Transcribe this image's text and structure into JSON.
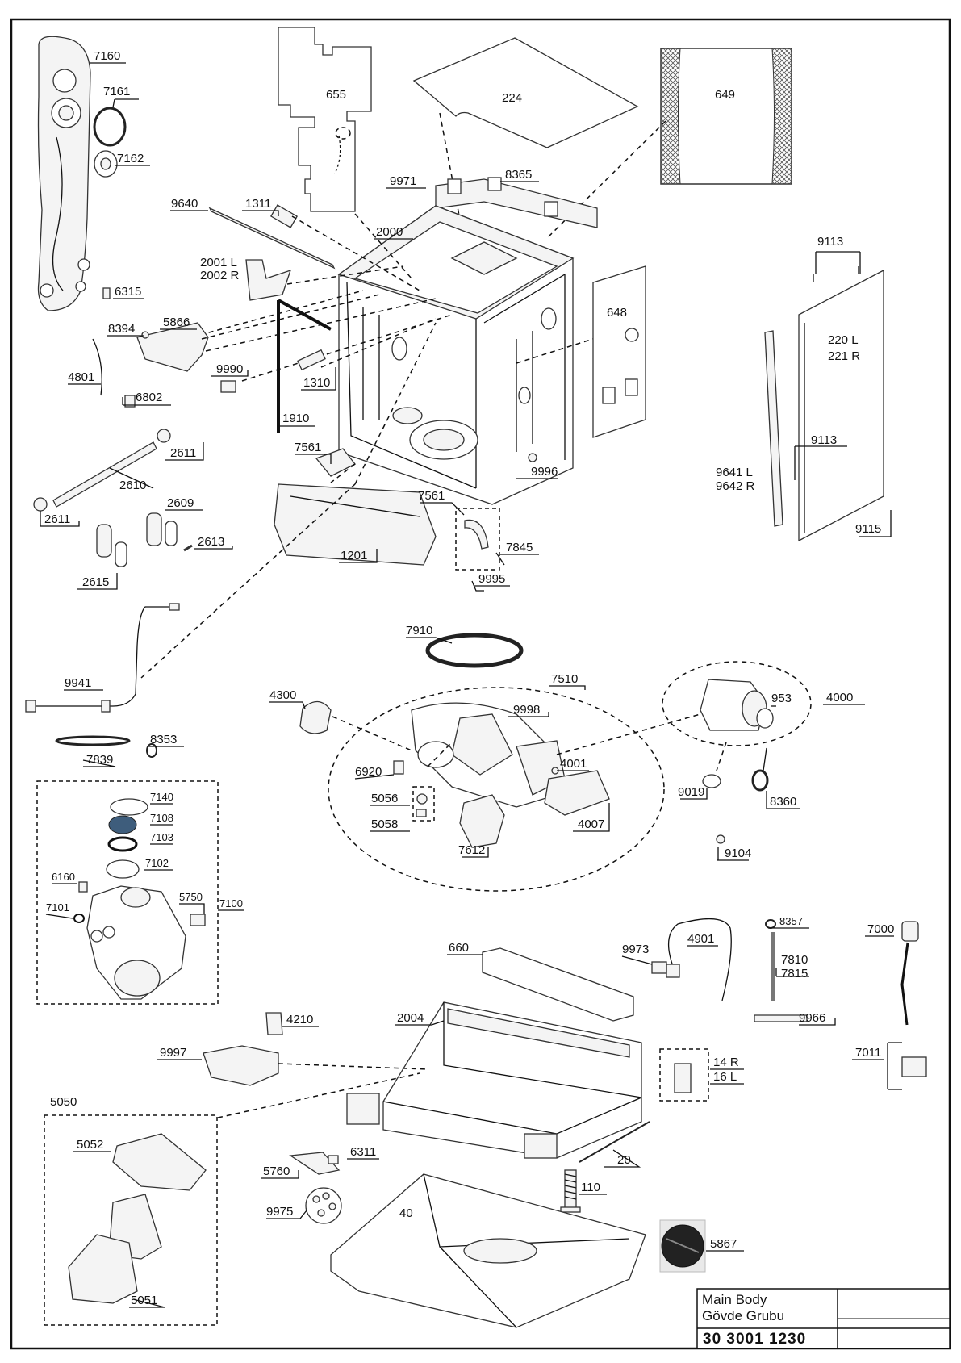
{
  "labels": {
    "p7160": "7160",
    "p7161": "7161",
    "p7162": "7162",
    "p6315": "6315",
    "p655": "655",
    "p224": "224",
    "p649": "649",
    "p9971": "9971",
    "p8365": "8365",
    "p9640": "9640",
    "p1311": "1311",
    "p2000": "2000",
    "p2001": "2001 L",
    "p2002": "2002 R",
    "p5866": "5866",
    "p8394": "8394",
    "p4801": "4801",
    "p6802": "6802",
    "p9990": "9990",
    "p1310": "1310",
    "p1910": "1910",
    "p648": "648",
    "p9113a": "9113",
    "p220": "220 L",
    "p221": "221 R",
    "p9113b": "9113",
    "p9641": "9641 L",
    "p9642": "9642 R",
    "p9115": "9115",
    "p9996": "9996",
    "p2611a": "2611",
    "p2610": "2610",
    "p2611b": "2611",
    "p2609": "2609",
    "p2613": "2613",
    "p2615": "2615",
    "p7561a": "7561",
    "p7561b": "7561",
    "p7845": "7845",
    "p9995": "9995",
    "p1201": "1201",
    "p7910": "7910",
    "p7510": "7510",
    "p4300": "4300",
    "p9998": "9998",
    "p953": "953",
    "p4000": "4000",
    "p9941": "9941",
    "p8353": "8353",
    "p7839": "7839",
    "p6920": "6920",
    "p4001": "4001",
    "p5056": "5056",
    "p5058": "5058",
    "p4007": "4007",
    "p7612": "7612",
    "p9019": "9019",
    "p8360": "8360",
    "p9104": "9104",
    "p7140": "7140",
    "p7108": "7108",
    "p7103": "7103",
    "p7102": "7102",
    "p6160": "6160",
    "p5750": "5750",
    "p7100": "7100",
    "p7101": "7101",
    "p8357": "8357",
    "p7000": "7000",
    "p4901": "4901",
    "p9973": "9973",
    "p7810": "7810",
    "p7815": "7815",
    "p9966": "9966",
    "p660": "660",
    "p4210": "4210",
    "p2004": "2004",
    "p9997": "9997",
    "p14": "14 R",
    "p16": "16 L",
    "p7011": "7011",
    "p5050": "5050",
    "p5052": "5052",
    "p6311": "6311",
    "p20": "20",
    "p5760": "5760",
    "p110": "110",
    "p9975": "9975",
    "p40": "40",
    "p5867": "5867",
    "p5051": "5051"
  },
  "title_block": {
    "title_en": "Main Body",
    "title_tr": "Gövde Grubu",
    "part_number": "30 3001 1230"
  }
}
